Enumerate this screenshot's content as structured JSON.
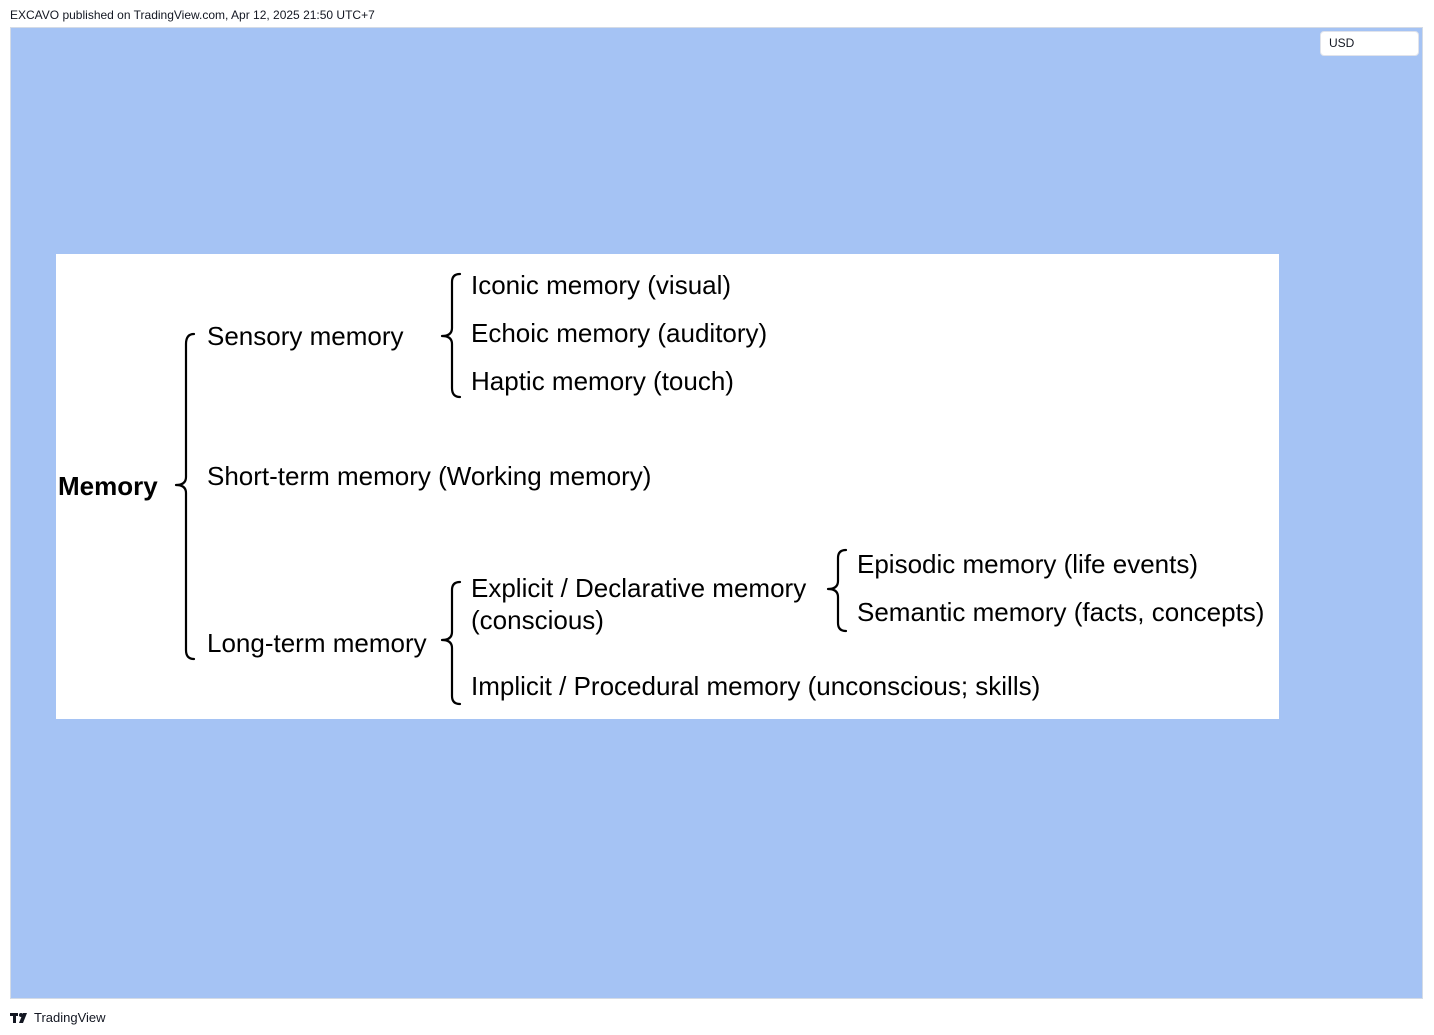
{
  "header": {
    "caption": "EXCAVO published on TradingView.com, Apr 12, 2025 21:50 UTC+7"
  },
  "toolbar": {
    "currency": "USD"
  },
  "diagram": {
    "root": "Memory",
    "branches": {
      "sensory": {
        "label": "Sensory memory",
        "children": [
          "Iconic memory (visual)",
          "Echoic memory (auditory)",
          "Haptic memory (touch)"
        ]
      },
      "short_term": {
        "label": "Short-term memory (Working memory)"
      },
      "long_term": {
        "label": "Long-term memory",
        "explicit": {
          "label_line1": "Explicit / Declarative memory",
          "label_line2": "(conscious)",
          "children": [
            "Episodic memory (life events)",
            "Semantic memory (facts, concepts)"
          ]
        },
        "implicit": {
          "label": "Implicit / Procedural memory (unconscious; skills)"
        }
      }
    }
  },
  "footer": {
    "brand": "TradingView"
  },
  "colors": {
    "background": "#a5c3f4",
    "panel": "#ffffff",
    "text": "#000000"
  }
}
